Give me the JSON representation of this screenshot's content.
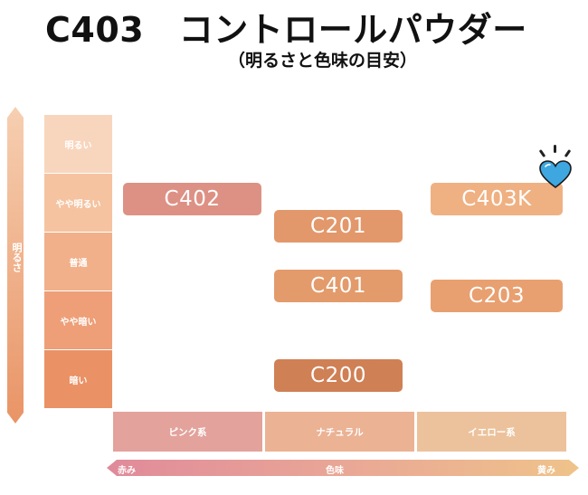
{
  "title": "C403　コントロールパウダー",
  "subtitle": "（明るさと色味の目安）",
  "brightness_axis": {
    "label": "明るさ",
    "levels": [
      "明るい",
      "やや明るい",
      "普通",
      "やや暗い",
      "暗い"
    ]
  },
  "hue_axis": {
    "label": "色味",
    "left": "赤み",
    "right": "黄み",
    "categories": [
      "ピンク系",
      "ナチュラル",
      "イエロー系"
    ]
  },
  "shades": {
    "c402": "C402",
    "c201": "C201",
    "c401": "C401",
    "c200": "C200",
    "c403k": "C403K",
    "c203": "C203"
  },
  "colors": {
    "c402": "#dd9185",
    "c201": "#e2986a",
    "c401": "#e39b6c",
    "c200": "#cf8054",
    "c403k": "#efb082",
    "c203": "#e9a070",
    "heart": "#3ea7e0"
  }
}
